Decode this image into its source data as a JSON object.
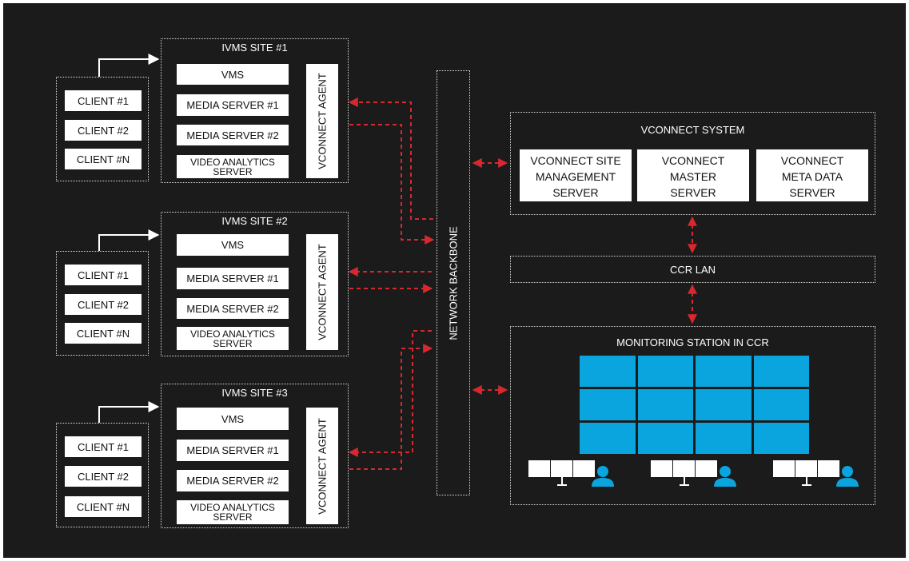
{
  "colors": {
    "background": "#1b1b1b",
    "box": "#ffffff",
    "arrow": "#d8282f",
    "video_wall": "#0aa5df",
    "operator": "#0aa5df"
  },
  "sites": [
    {
      "title": "IVMS SITE #1",
      "clients": [
        "CLIENT #1",
        "CLIENT #2",
        "CLIENT #N"
      ],
      "servers": [
        "VMS",
        "MEDIA SERVER #1",
        "MEDIA SERVER #2",
        "VIDEO ANALYTICS SERVER"
      ],
      "agent": "VCONNECT AGENT"
    },
    {
      "title": "IVMS SITE #2",
      "clients": [
        "CLIENT #1",
        "CLIENT #2",
        "CLIENT #N"
      ],
      "servers": [
        "VMS",
        "MEDIA SERVER #1",
        "MEDIA SERVER #2",
        "VIDEO ANALYTICS SERVER"
      ],
      "agent": "VCONNECT AGENT"
    },
    {
      "title": "IVMS SITE #3",
      "clients": [
        "CLIENT #1",
        "CLIENT #2",
        "CLIENT #N"
      ],
      "servers": [
        "VMS",
        "MEDIA SERVER #1",
        "MEDIA SERVER #2",
        "VIDEO ANALYTICS SERVER"
      ],
      "agent": "VCONNECT AGENT"
    }
  ],
  "backbone": "NETWORK BACKBONE",
  "vconnect_system": {
    "title": "VCONNECT SYSTEM",
    "servers": [
      "VCONNECT SITE\nMANAGEMENT\nSERVER",
      "VCONNECT\nMASTER\nSERVER",
      "VCONNECT\nMETA DATA\nSERVER"
    ]
  },
  "ccr_lan": "CCR LAN",
  "monitoring": {
    "title": "MONITORING STATION IN CCR",
    "video_wall": {
      "rows": 3,
      "cols": 4
    },
    "workstations": 3,
    "icons": [
      "monitor-icon",
      "operator-icon"
    ]
  }
}
